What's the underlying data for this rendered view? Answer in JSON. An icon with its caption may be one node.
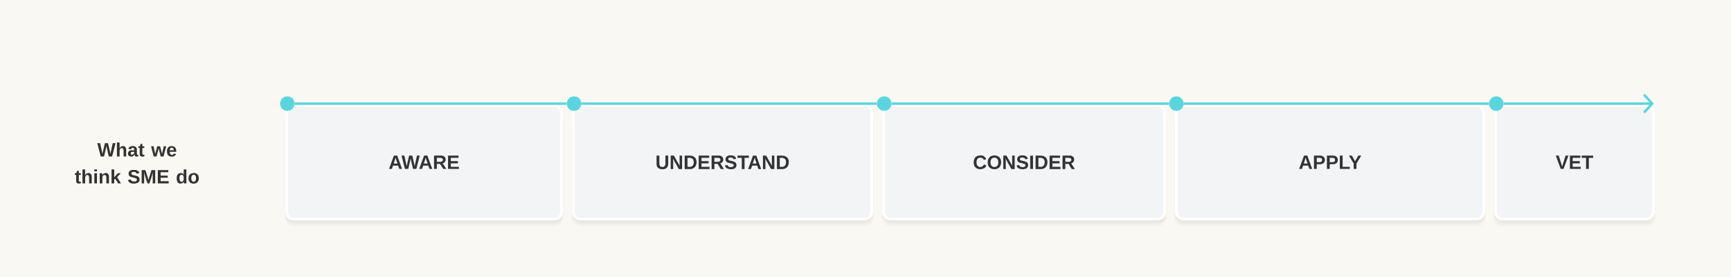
{
  "diagram": {
    "nodes": [
      {
        "text": [
          "AWARE"
        ]
      },
      {
        "text": [
          "UNDERSTAND"
        ]
      },
      {
        "text": [
          "CONSIDER"
        ]
      },
      {
        "text": [
          "APPLY"
        ]
      },
      {
        "text": [
          "VET"
        ]
      },
      {
        "text": [],
        "shape": "circle"
      },
      {
        "text": [],
        "shape": "circle"
      },
      {
        "text": [],
        "shape": "circle"
      },
      {
        "text": [],
        "shape": "circle"
      },
      {
        "text": [],
        "shape": "circle"
      }
    ],
    "edges": [
      {
        "from": 5,
        "to": 6,
        "arrow": "none"
      },
      {
        "from": 6,
        "to": 7,
        "arrow": "none"
      },
      {
        "from": 7,
        "to": 8,
        "arrow": "none"
      },
      {
        "from": 8,
        "to": 9,
        "arrow": "none"
      },
      {
        "from": 9,
        "to": 4,
        "arrow": "to"
      }
    ],
    "labels": [
      "What we think SME do"
    ]
  }
}
